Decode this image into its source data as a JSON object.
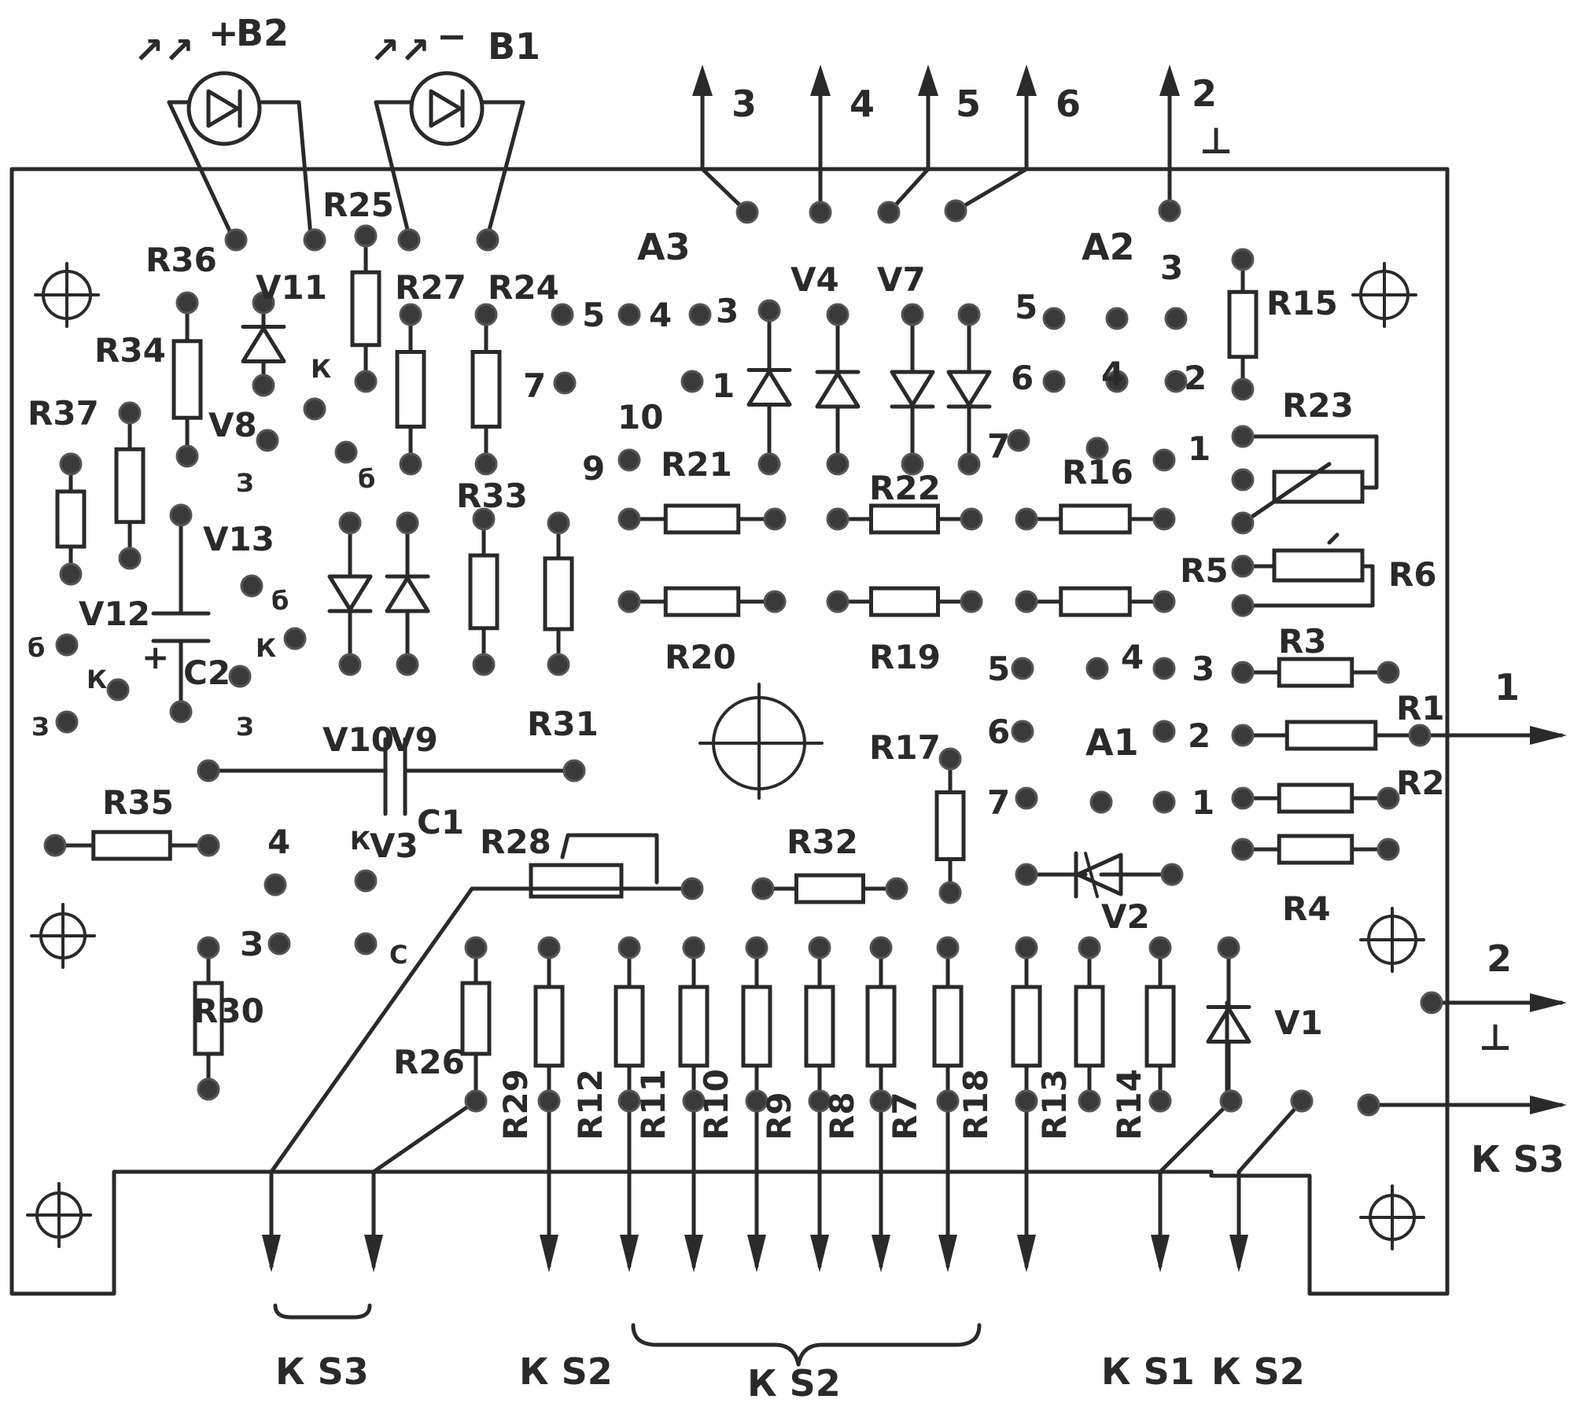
{
  "pcb": {
    "board_color": "#ffffff",
    "ink_color": "#2a2a2a",
    "resistors": [
      "R36",
      "R34",
      "R37",
      "R25",
      "R27",
      "R24",
      "R33",
      "R31",
      "R35",
      "R30",
      "R21",
      "R20",
      "R22",
      "R19",
      "R16",
      "R15",
      "R23",
      "R5",
      "R6",
      "R3",
      "R1",
      "R2",
      "R4",
      "R17",
      "R32",
      "R28",
      "R26",
      "R29",
      "R12",
      "R11",
      "R10",
      "R9",
      "R8",
      "R7",
      "R18",
      "R13",
      "R14"
    ],
    "diodes": [
      "V11",
      "V13",
      "V10",
      "V9",
      "V4",
      "V7",
      "V2",
      "V1"
    ],
    "transistors": [
      "V8",
      "V12",
      "V3"
    ],
    "capacitors": [
      "C1",
      "C2"
    ],
    "leds": [
      "B2",
      "B1"
    ],
    "ics": [
      "A3",
      "A2",
      "A1"
    ],
    "pins_small": [
      "б",
      "К",
      "З",
      "К",
      "б",
      "З",
      "б",
      "К",
      "З",
      "4",
      "К",
      "З",
      "С"
    ],
    "top_pins": [
      "3",
      "4",
      "5",
      "6",
      "2"
    ],
    "ic_pins": [
      "5",
      "4",
      "3",
      "1",
      "7",
      "10",
      "9",
      "5",
      "4",
      "3",
      "6",
      "4",
      "2",
      "1",
      "5",
      "4",
      "3",
      "6",
      "2",
      "7",
      "1"
    ],
    "polarity": {
      "plus": "+",
      "minus": "−",
      "c2_plus": "+"
    },
    "led_symbol": "↗↗",
    "ground": "⊥",
    "right_outputs": [
      "1",
      "2"
    ],
    "bottom_groups": [
      "К S3",
      "К S2",
      "К S2",
      "К S1",
      "К S2"
    ],
    "right_group": "К S3"
  }
}
